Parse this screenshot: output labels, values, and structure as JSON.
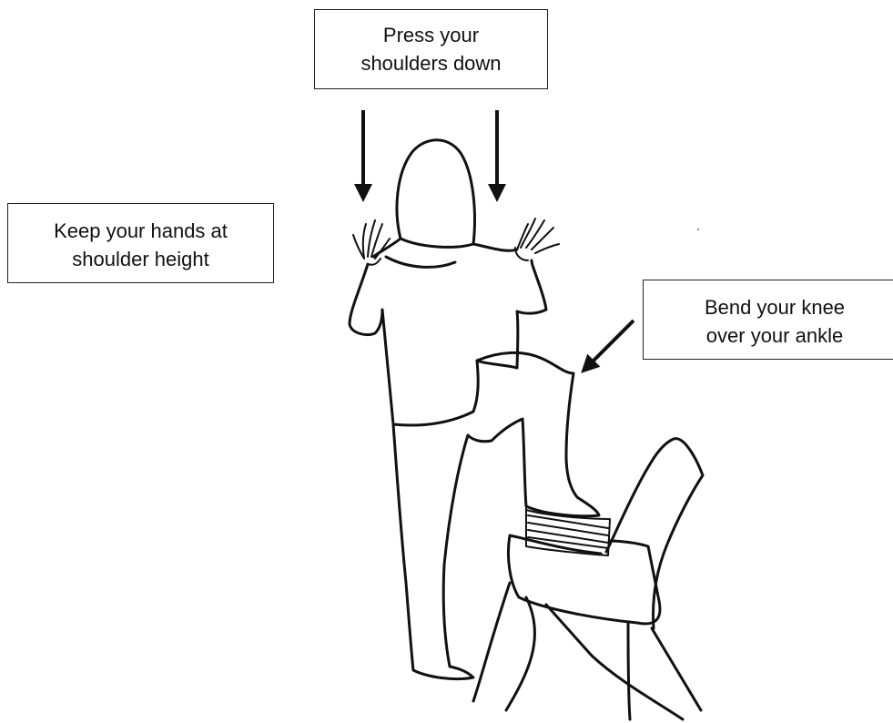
{
  "labels": {
    "shoulders": {
      "line1": "Press your",
      "line2": "shoulders down"
    },
    "hands": {
      "line1": "Keep your hands at",
      "line2": "shoulder height"
    },
    "knee": {
      "line1": "Bend your knee",
      "line2": "over your ankle"
    }
  },
  "colors": {
    "ink": "#111111",
    "background": "#ffffff"
  }
}
